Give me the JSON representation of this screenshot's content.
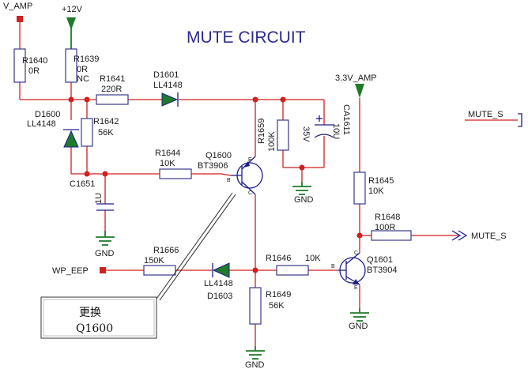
{
  "title": "MUTE CIRCUIT",
  "nets": {
    "v_amp": "V_AMP",
    "p12v": "+12V",
    "p33v_amp": "3.3V_AMP",
    "mute_s_top": "MUTE_S",
    "mute_s_out": "MUTE_S",
    "wp_eep": "WP_EEP",
    "gnd": "GND"
  },
  "components": {
    "r1640": {
      "ref": "R1640",
      "value": "0R"
    },
    "r1639": {
      "ref": "R1639",
      "value": "0R",
      "extra": "NC"
    },
    "r1641": {
      "ref": "R1641",
      "value": "220R"
    },
    "d1601": {
      "ref": "D1601",
      "value": "LL4148"
    },
    "d1600": {
      "ref": "D1600",
      "value": "LL4148"
    },
    "r1642": {
      "ref": "R1642",
      "value": "56K"
    },
    "r1659": {
      "ref": "R1659",
      "value": "100K"
    },
    "ca1611": {
      "ref": "CA1611",
      "value": "10U",
      "voltage": "35V"
    },
    "r1644": {
      "ref": "R1644",
      "value": "10K"
    },
    "q1600": {
      "ref": "Q1600",
      "value": "BT3906"
    },
    "c1651": {
      "ref": "C1651",
      "value": "1U"
    },
    "r1645": {
      "ref": "R1645",
      "value": "10K"
    },
    "r1648": {
      "ref": "R1648",
      "value": "100R"
    },
    "r1666": {
      "ref": "R1666",
      "value": "150K"
    },
    "d1603": {
      "ref": "D1603",
      "value": "LL4148"
    },
    "r1646": {
      "ref": "R1646",
      "value": "10K"
    },
    "q1601": {
      "ref": "Q1601",
      "value": "BT3904"
    },
    "r1649": {
      "ref": "R1649",
      "value": "56K"
    }
  },
  "pins": {
    "e": "E",
    "b": "B",
    "c": "C"
  },
  "annotation": {
    "line1": "更换",
    "line2": "Q1600"
  },
  "colors": {
    "wire": "#d21f1f",
    "body": "#1d1d8a",
    "power": "#1f7a2a",
    "title": "#2b2b8f"
  }
}
